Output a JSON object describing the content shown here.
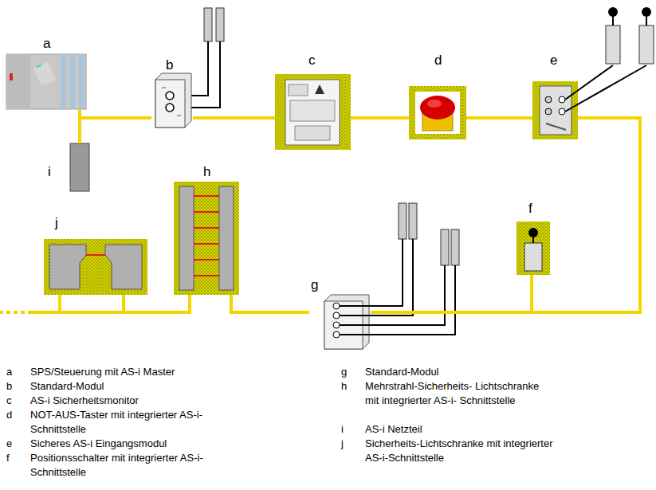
{
  "diagram": {
    "nodes": [
      {
        "text": [
          "a"
        ]
      },
      {
        "text": [
          "b"
        ]
      },
      {
        "text": [
          "c"
        ]
      },
      {
        "text": [
          "d"
        ]
      },
      {
        "text": [
          "e"
        ]
      },
      {
        "text": [
          "f"
        ]
      },
      {
        "text": [
          "g"
        ]
      },
      {
        "text": [
          "h"
        ]
      },
      {
        "text": [
          "i"
        ]
      },
      {
        "text": [
          "j"
        ]
      }
    ],
    "edges": [
      {
        "from": 0,
        "to": 8,
        "arrow": "none"
      },
      {
        "from": 0,
        "to": 1,
        "arrow": "none"
      },
      {
        "from": 1,
        "to": 2,
        "arrow": "none"
      },
      {
        "from": 2,
        "to": 3,
        "arrow": "none"
      },
      {
        "from": 3,
        "to": 4,
        "arrow": "none"
      },
      {
        "from": 4,
        "to": 5,
        "arrow": "none"
      },
      {
        "from": 5,
        "to": 6,
        "arrow": "none"
      },
      {
        "from": 6,
        "to": 7,
        "arrow": "none"
      },
      {
        "from": 7,
        "to": 9,
        "arrow": "none"
      }
    ],
    "labels": [
      "a",
      "SPS/Steuerung mit AS-i Master",
      "b",
      "Standard-Modul",
      "c",
      "AS-i Sicherheitsmonitor",
      "d",
      "NOT-AUS-Taster mit integrierter AS-i-Schnittstelle",
      "e",
      "Sicheres AS-i Eingangsmodul",
      "f",
      "Positionsschalter mit integrierter AS-i-Schnittstelle",
      "g",
      "Standard-Modul",
      "h",
      "Mehrstrahl-Sicherheits- Lichtschranke mit integrierter AS-i- Schnittstelle",
      "i",
      "AS-i Netzteil",
      "j",
      "Sicherheits-Lichtschranke mit integrierter AS-i-Schnittstelle"
    ]
  }
}
